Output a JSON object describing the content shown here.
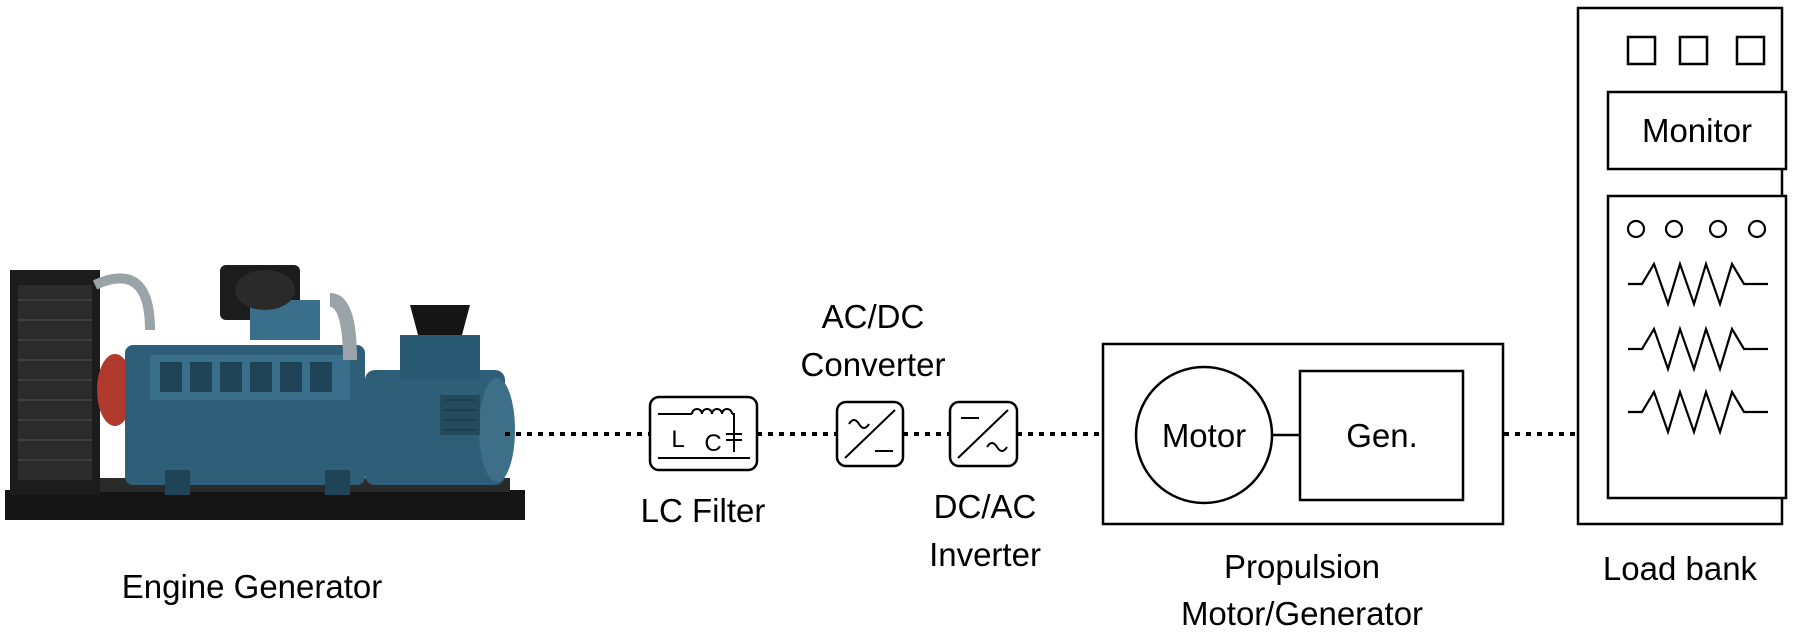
{
  "colors": {
    "line": "#000000",
    "engine_body": "#2f5e78",
    "engine_dark": "#1a1a1a",
    "engine_accent": "#c0392b",
    "background": "#ffffff"
  },
  "engine": {
    "label": "Engine Generator"
  },
  "lc_filter": {
    "label": "LC Filter",
    "inductor_symbol": "L",
    "capacitor_symbol": "C"
  },
  "acdc_converter": {
    "label_line1": "AC/DC",
    "label_line2": "Converter"
  },
  "dcac_inverter": {
    "label_line1": "DC/AC",
    "label_line2": "Inverter"
  },
  "propulsion": {
    "motor_label": "Motor",
    "gen_label": "Gen.",
    "label_line1": "Propulsion",
    "label_line2": "Motor/Generator"
  },
  "load_bank": {
    "monitor_label": "Monitor",
    "label": "Load bank"
  }
}
